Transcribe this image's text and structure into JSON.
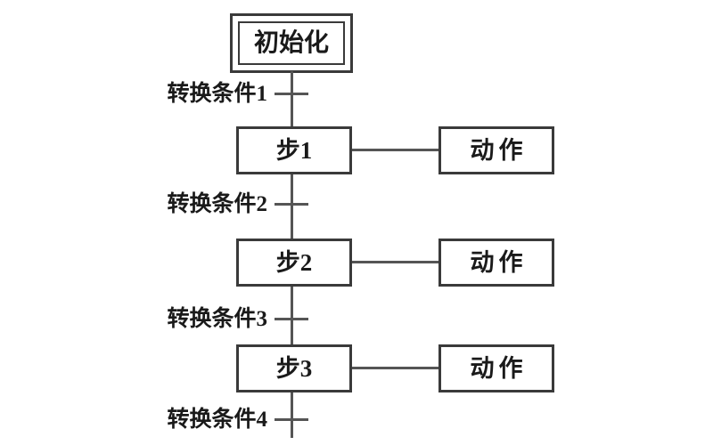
{
  "diagram": {
    "init_step": {
      "label": "初始化"
    },
    "transitions": [
      {
        "label": "转换条件1"
      },
      {
        "label": "转换条件2"
      },
      {
        "label": "转换条件3"
      },
      {
        "label": "转换条件4"
      }
    ],
    "rows": [
      {
        "step": "步1",
        "action": "动作"
      },
      {
        "step": "步2",
        "action": "动作"
      },
      {
        "step": "步3",
        "action": "动作"
      }
    ],
    "colors": {
      "background": "#ffffff",
      "box_border": "#3a3a3a",
      "line": "#555555",
      "text": "#1a1a1a"
    }
  }
}
